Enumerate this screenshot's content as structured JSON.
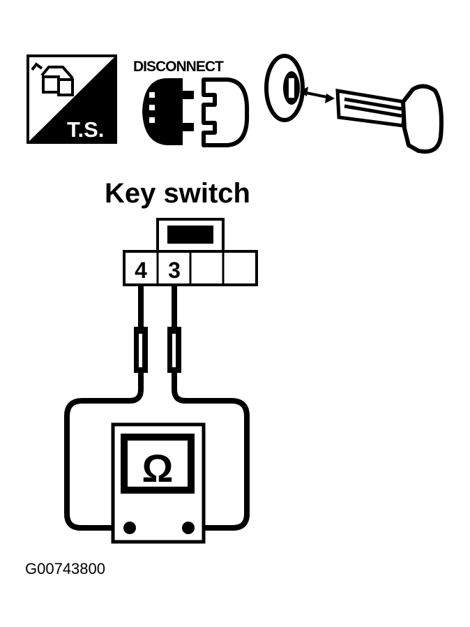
{
  "icons": {
    "ts_label": "T.S.",
    "disconnect_label": "DISCONNECT"
  },
  "diagram": {
    "title": "Key switch",
    "pins": [
      {
        "label": "4"
      },
      {
        "label": "3"
      },
      {
        "label": ""
      },
      {
        "label": ""
      }
    ],
    "meter_symbol": "Ω"
  },
  "figure_code": "G00743800",
  "colors": {
    "ink": "#000000",
    "paper": "#ffffff"
  }
}
